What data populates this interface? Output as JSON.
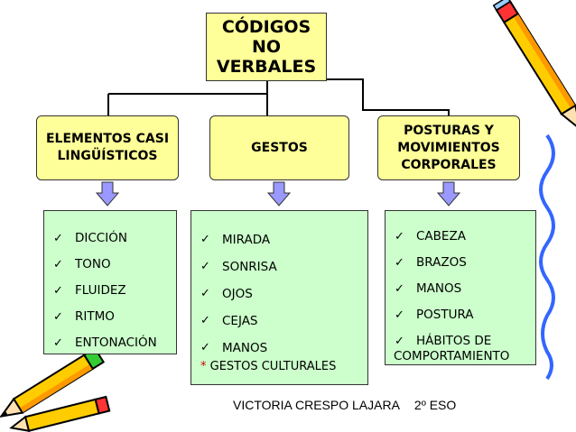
{
  "root": {
    "label": "CÓDIGOS\nNO\nVERBALES"
  },
  "categories": [
    {
      "label": "ELEMENTOS CASI\nLINGÜÍSTICOS"
    },
    {
      "label": "GESTOS"
    },
    {
      "label": "POSTURAS Y\nMOVIMIENTOS\nCORPORALES"
    }
  ],
  "lists": [
    {
      "items": [
        "DICCIÓN",
        "TONO",
        "FLUIDEZ",
        "RITMO",
        "ENTONACIÓN"
      ]
    },
    {
      "items": [
        "MIRADA",
        "SONRISA",
        "OJOS",
        "CEJAS",
        "MANOS"
      ],
      "extra": {
        "marker": "*",
        "text": " GESTOS CULTURALES"
      }
    },
    {
      "items": [
        "CABEZA",
        "BRAZOS",
        "MANOS",
        "POSTURA"
      ],
      "last": {
        "line1": "HÁBITOS DE",
        "line2": "COMPORTAMIENTO"
      }
    }
  ],
  "bullet_glyph": "✓",
  "footer": {
    "author": "VICTORIA CRESPO LAJARA",
    "grade": "2º ESO"
  },
  "colors": {
    "root_box": "#ffff99",
    "category_box": "#ffff99",
    "list_box": "#ccffcc",
    "arrow": "#9999ff",
    "marker": "#d00000"
  },
  "icons": [
    "pencil-icon-top-right",
    "pencil-icon-bottom-left"
  ]
}
